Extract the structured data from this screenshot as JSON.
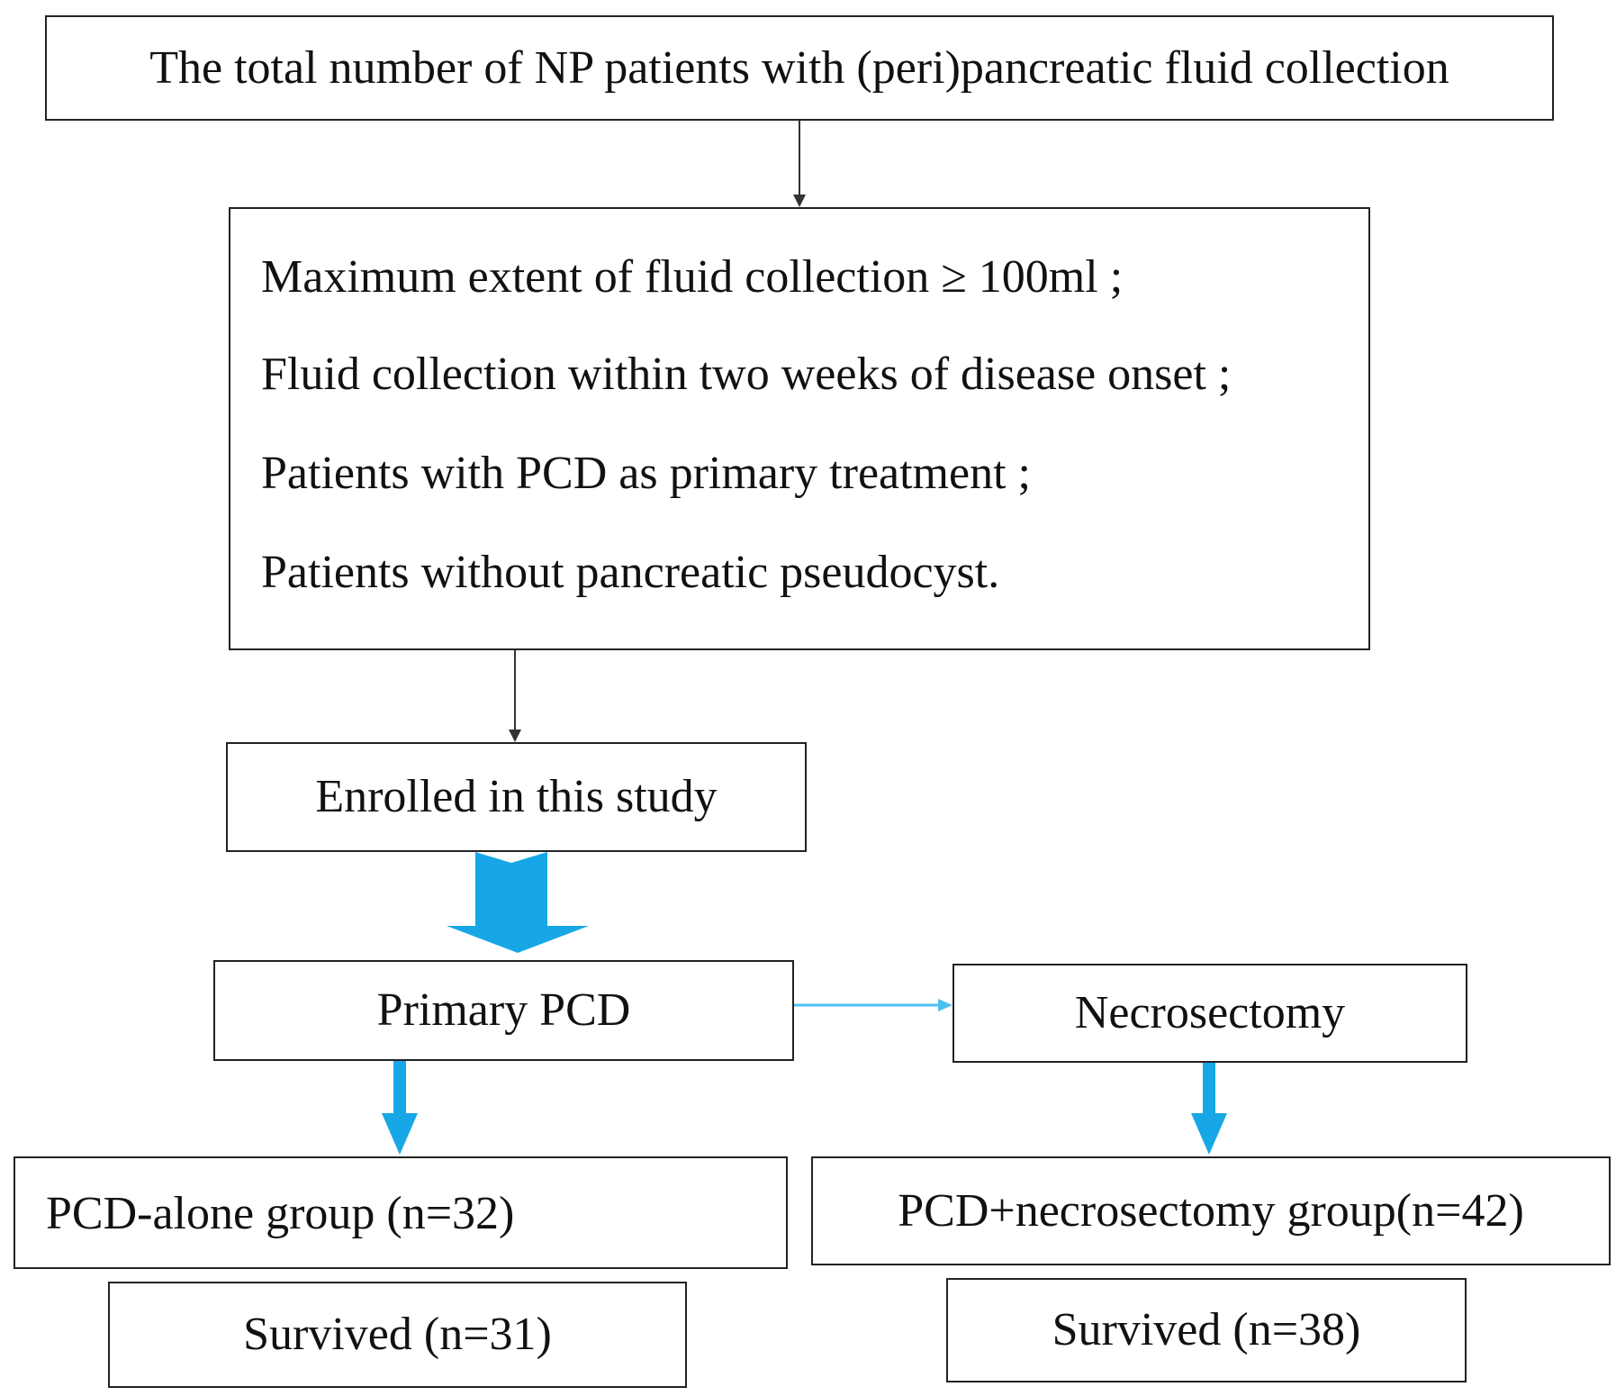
{
  "flowchart": {
    "top_box": "The total number of NP patients with (peri)pancreatic fluid collection",
    "criteria": [
      "Maximum extent of fluid collection ≥ 100ml ;",
      "Fluid collection within two weeks of disease onset ;",
      "Patients with PCD as primary treatment ;",
      "Patients without pancreatic pseudocyst."
    ],
    "enrolled": "Enrolled in this study",
    "primary_pcd": "Primary PCD",
    "necrosectomy": "Necrosectomy",
    "pcd_alone_group": "PCD-alone group (n=32)",
    "pcd_necrosectomy_group": "PCD+necrosectomy group(n=42)",
    "survived_left": "Survived (n=31)",
    "survived_right": "Survived (n=38)"
  },
  "colors": {
    "box_border": "#222222",
    "thin_arrow": "#333333",
    "blue_arrow": "#17a7e6",
    "light_blue_arrow": "#4cc0f0"
  }
}
